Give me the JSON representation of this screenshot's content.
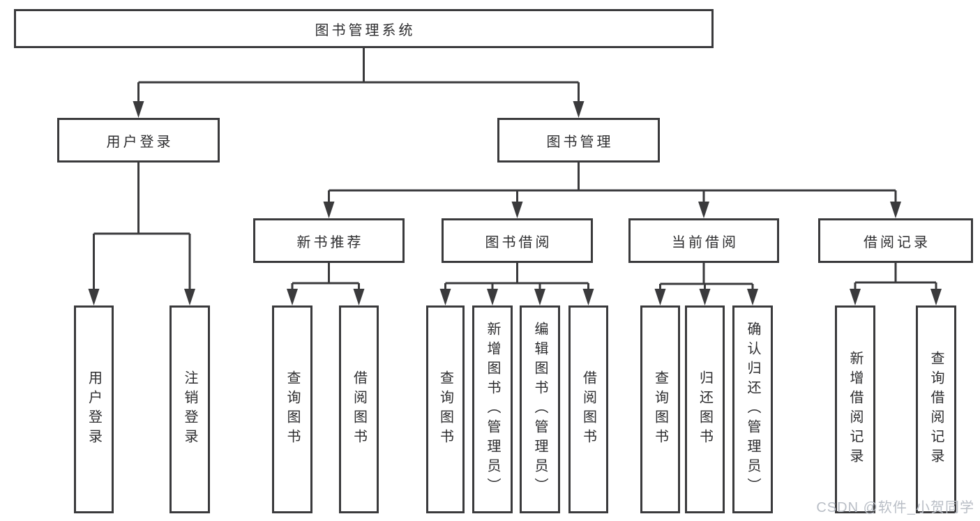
{
  "tree": {
    "root": "图书管理系统",
    "children": [
      {
        "label": "用户登录",
        "children": [
          {
            "label": "用户登录"
          },
          {
            "label": "注销登录"
          }
        ]
      },
      {
        "label": "图书管理",
        "children": [
          {
            "label": "新书推荐",
            "children": [
              {
                "label": "查询图书"
              },
              {
                "label": "借阅图书"
              }
            ]
          },
          {
            "label": "图书借阅",
            "children": [
              {
                "label": "查询图书"
              },
              {
                "label": "新增图书（管理员）"
              },
              {
                "label": "编辑图书（管理员）"
              },
              {
                "label": "借阅图书"
              }
            ]
          },
          {
            "label": "当前借阅",
            "children": [
              {
                "label": "查询图书"
              },
              {
                "label": "归还图书"
              },
              {
                "label": "确认归还（管理员）"
              }
            ]
          },
          {
            "label": "借阅记录",
            "children": [
              {
                "label": "新增借阅记录"
              },
              {
                "label": "查询借阅记录"
              }
            ]
          }
        ]
      }
    ]
  },
  "watermark": {
    "text": "CSDN @软件_小贺同学"
  },
  "colors": {
    "line": "#3a3a3c",
    "box_border": "#3a3a3c",
    "text": "#2d2d2f",
    "watermark": "#b9bec6",
    "background": "#ffffff"
  }
}
